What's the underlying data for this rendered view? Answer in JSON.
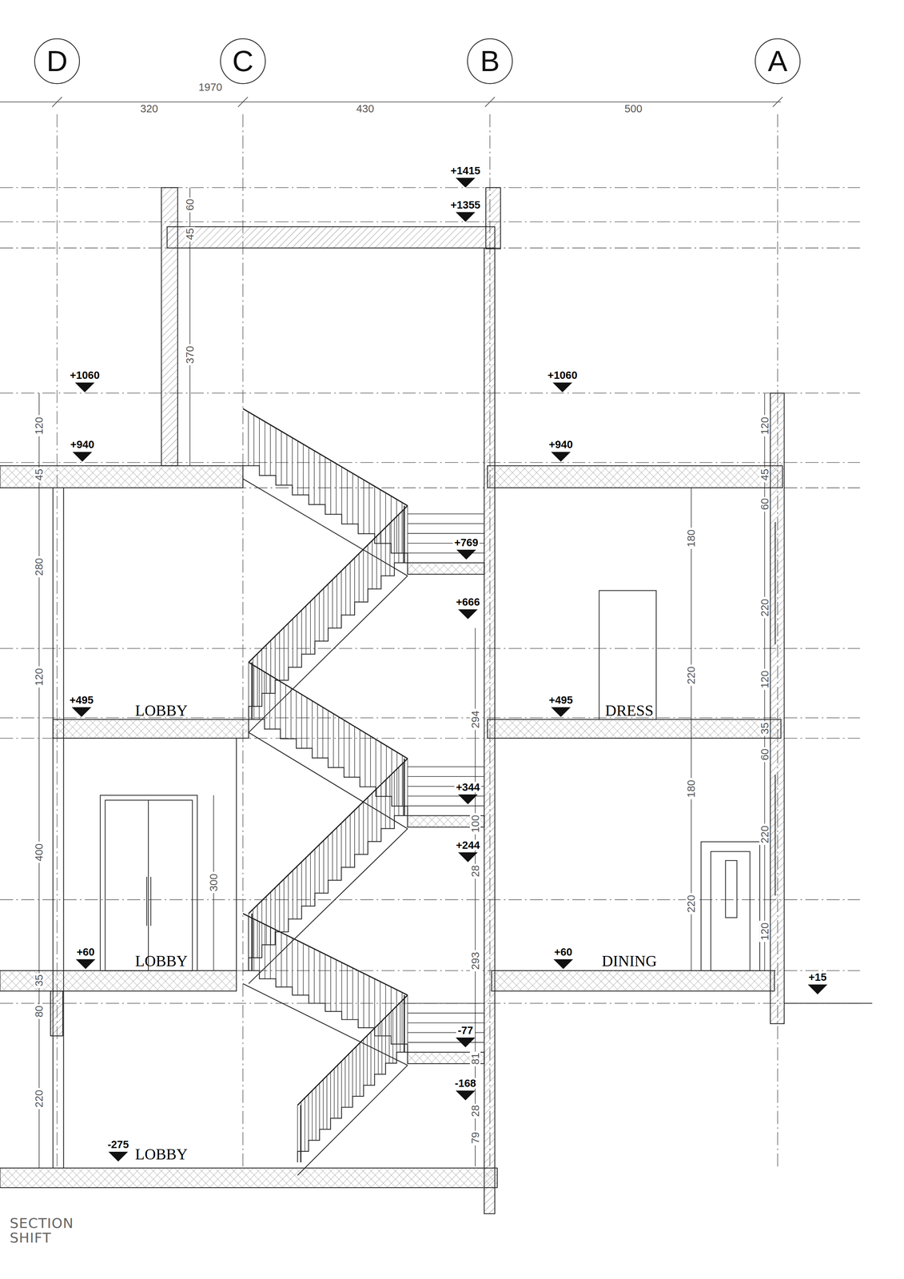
{
  "diagram": {
    "nodes": [
      {
        "text": [
          "D"
        ]
      },
      {
        "text": [
          "C"
        ]
      },
      {
        "text": [
          "B"
        ]
      },
      {
        "text": [
          "A"
        ]
      }
    ],
    "labels": [
      "1970",
      "320",
      "430",
      "500",
      "+1415",
      "+1355",
      "60",
      "45",
      "370",
      "+1060",
      "+1060",
      "120",
      "120",
      "+940",
      "+940",
      "45",
      "45",
      "60",
      "280",
      "180",
      "+769",
      "+666",
      "220",
      "220",
      "120",
      "120",
      "+495",
      "LOBBY",
      "+495",
      "DRESS",
      "294",
      "35",
      "60",
      "180",
      "+344",
      "220",
      "100",
      "+244",
      "28",
      "400",
      "300",
      "220",
      "120",
      "+60",
      "LOBBY",
      "+60",
      "DINING",
      "+15",
      "293",
      "35",
      "80",
      "-77",
      "-168",
      "81",
      "28",
      "220",
      "79",
      "-275",
      "LOBBY",
      "SECTION",
      "SHIFT"
    ]
  }
}
